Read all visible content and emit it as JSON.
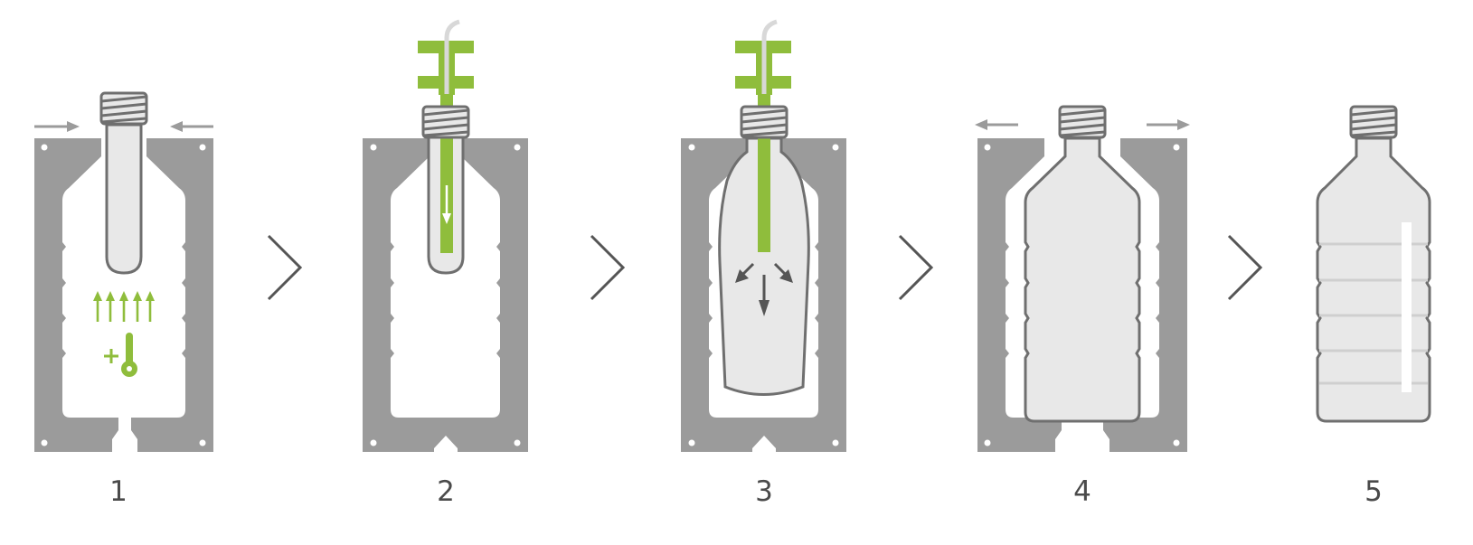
{
  "diagram": {
    "colors": {
      "mold": "#9b9b9b",
      "outline": "#6f6f6f",
      "fill": "#e8e8e8",
      "accent": "#8fbd3c",
      "arrow": "#555555",
      "tube": "#d8d8d8"
    },
    "steps": [
      {
        "label": "1"
      },
      {
        "label": "2"
      },
      {
        "label": "3"
      },
      {
        "label": "4"
      },
      {
        "label": "5"
      }
    ],
    "separator_icon": "chevron-right-icon",
    "heat_icons": [
      "up-arrows-icon",
      "plus-icon",
      "thermometer-icon"
    ]
  }
}
